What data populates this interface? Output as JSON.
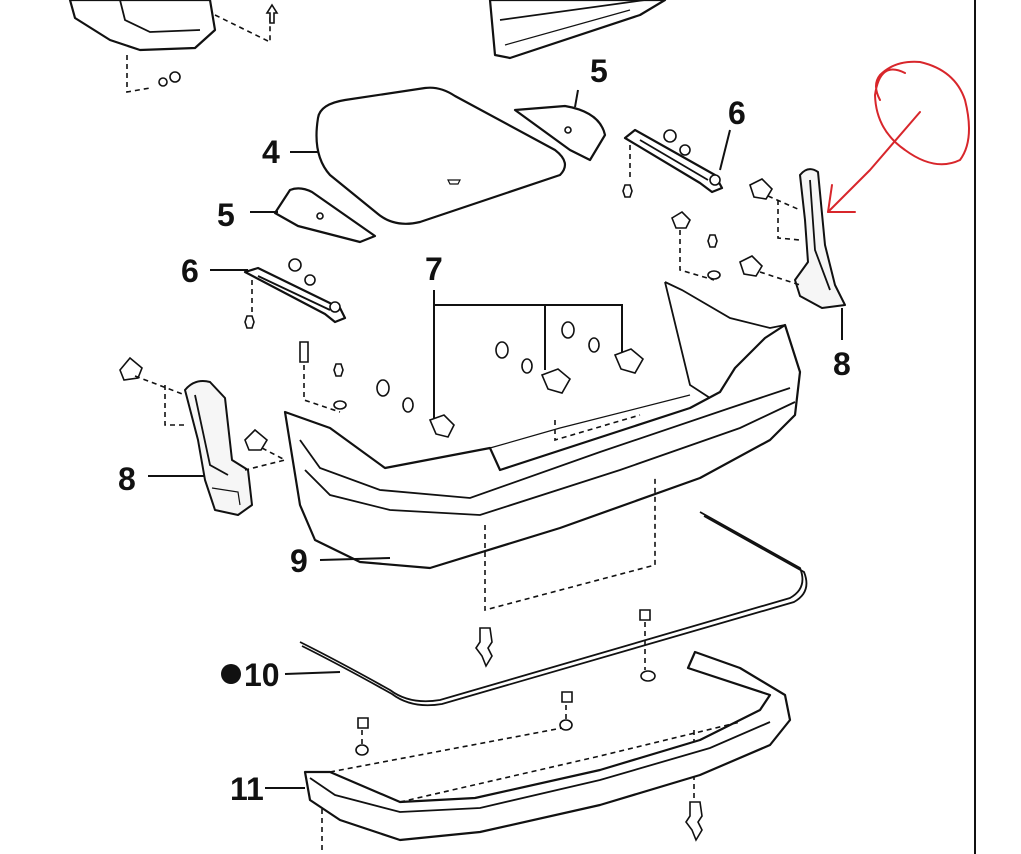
{
  "callouts": {
    "c4": "4",
    "c5_top": "5",
    "c5_left": "5",
    "c6_top": "6",
    "c6_left": "6",
    "c7": "7",
    "c8_left": "8",
    "c8_right": "8",
    "c9": "9",
    "c10": "10",
    "c11": "11"
  },
  "colors": {
    "line": "#111111",
    "annotation": "#d8262b",
    "background": "#ffffff"
  },
  "annotation": {
    "shape": "freehand-circle-with-arrow",
    "points_to_callout": "8"
  }
}
